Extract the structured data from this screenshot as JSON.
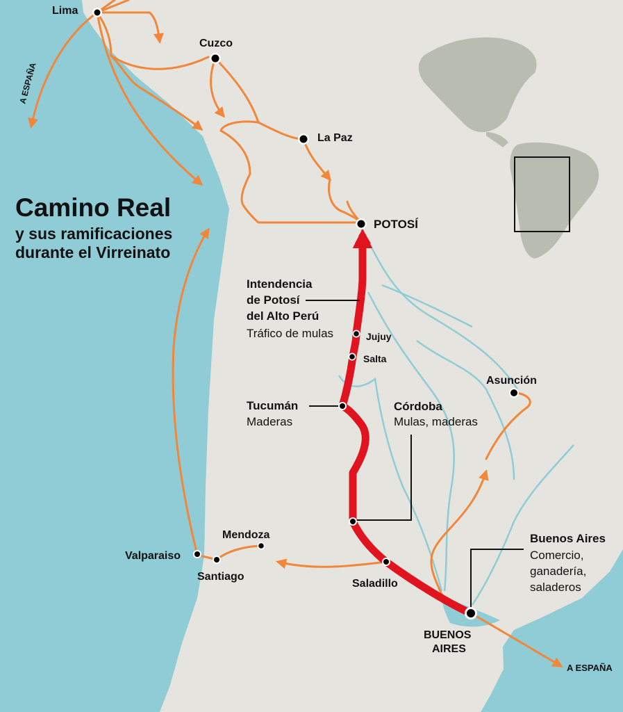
{
  "title": {
    "main": "Camino Real",
    "sub_line1": "y sus ramificaciones",
    "sub_line2": "durante el Virreinato"
  },
  "cities": {
    "lima": "Lima",
    "cuzco": "Cuzco",
    "la_paz": "La Paz",
    "potosi": "POTOSÍ",
    "jujuy": "Jujuy",
    "salta": "Salta",
    "tucuman": "Tucumán",
    "cordoba": "Córdoba",
    "asuncion": "Asunción",
    "mendoza": "Mendoza",
    "valparaiso": "Valparaiso",
    "santiago": "Santiago",
    "saladillo": "Saladillo",
    "buenos_aires_line1": "BUENOS",
    "buenos_aires_line2": "AIRES"
  },
  "annotations": {
    "potosi_intendencia": [
      "Intendencia",
      "de Potosí",
      "del Alto Perú"
    ],
    "potosi_trafico": "Tráfico de mulas",
    "tucuman_desc": "Maderas",
    "cordoba_desc": "Mulas, maderas",
    "buenos_aires_title": "Buenos Aires",
    "buenos_aires_desc": [
      "Comercio,",
      "ganadería,",
      "saladeros"
    ]
  },
  "destinations": {
    "espana_lima": "A ESPAÑA",
    "espana_ba": "A ESPAÑA"
  },
  "colors": {
    "sea": "#8fccd6",
    "land": "#e6e4de",
    "inset_land": "#b9bcb0",
    "main_route": "#e0141e",
    "secondary_route": "#f0873a",
    "river": "#8fccd6"
  }
}
